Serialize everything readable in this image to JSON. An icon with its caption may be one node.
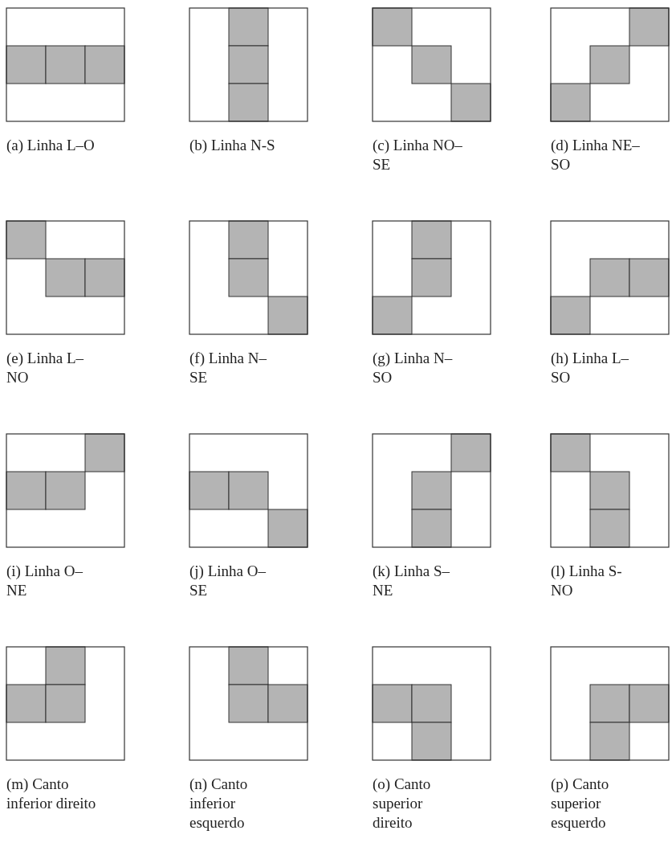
{
  "diagram": {
    "labels": [
      "(a) Linha L–O",
      "(b) Linha N-S",
      "(c) Linha NO–SE",
      "(d) Linha NE–SO",
      "(e) Linha L–NO",
      "(f) Linha N–SE",
      "(g) Linha N–SO",
      "(h) Linha L–SO",
      "(i) Linha O–NE",
      "(j) Linha O–SE",
      "(k) Linha S–NE",
      "(l) Linha S-NO",
      "(m) Canto inferior direito",
      "(n) Canto inferior esquerdo",
      "(o) Canto superior direito",
      "(p) Canto superior esquerdo"
    ]
  }
}
